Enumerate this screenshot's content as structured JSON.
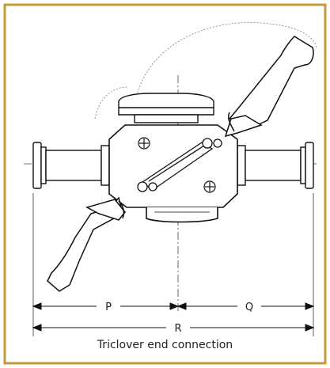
{
  "diagram": {
    "caption": "Triclover end connection",
    "dimensions": [
      {
        "id": "P",
        "label": "P"
      },
      {
        "id": "Q",
        "label": "Q"
      },
      {
        "id": "R",
        "label": "R"
      }
    ],
    "colors": {
      "border": "#c69a3a",
      "line": "#111111",
      "dashed": "#888888"
    }
  }
}
